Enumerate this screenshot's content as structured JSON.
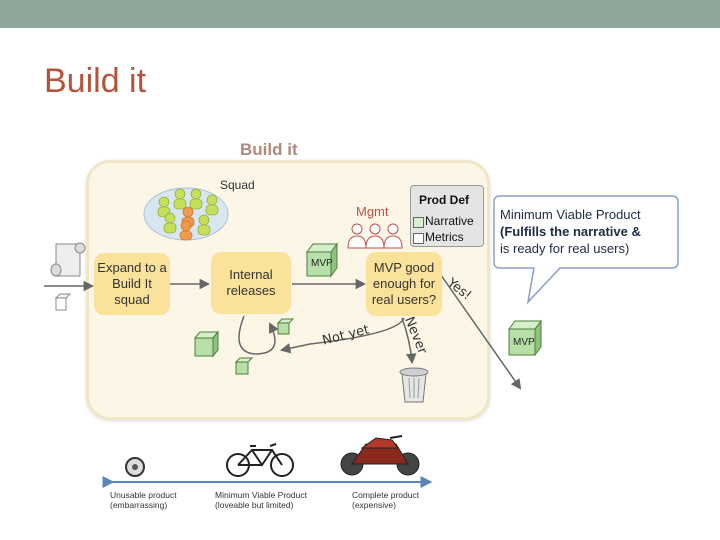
{
  "slide": {
    "title": "Build it"
  },
  "diagram": {
    "title": "Build it",
    "squad_label": "Squad",
    "mgmt_label": "Mgmt",
    "prod_def": {
      "title": "Prod Def",
      "item1": "Narrative",
      "item2": "Metrics"
    },
    "boxes": {
      "expand": [
        "Expand to a",
        "Build It",
        "squad"
      ],
      "internal": [
        "Internal",
        "releases"
      ],
      "mvp_good": [
        "MVP good",
        "enough for",
        "real users?"
      ]
    },
    "mvp_cube_label": "MVP",
    "yes_label": "Yes!",
    "never_label": "Never",
    "not_yet_label": "Not yet",
    "callout": [
      "Minimum Viable Product",
      "(Fulfills the narrative &",
      "is ready for real users)"
    ]
  },
  "scale": {
    "left": {
      "name": "Unusable product",
      "note": "(embarrassing)"
    },
    "middle": {
      "name": "Minimum Viable Product",
      "note": "(loveable but limited)"
    },
    "right": {
      "name": "Complete product",
      "note": "(expensive)"
    }
  },
  "colors": {
    "box": "#fbe29b",
    "frame_bg": "#fbf6e6",
    "cube": "#b7e0a8",
    "arrow": "#666666",
    "title": "#b5533c",
    "callout_border": "#8aa0c0"
  }
}
